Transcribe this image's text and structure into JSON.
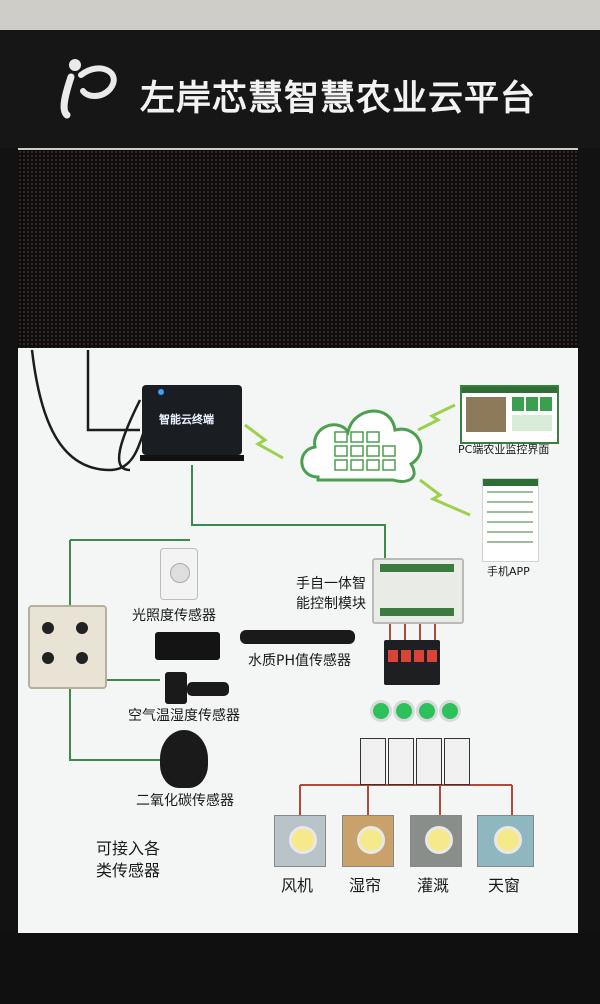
{
  "header": {
    "title": "左岸芯慧智慧农业云平台"
  },
  "terminal": {
    "label": "智能云终端"
  },
  "pc": {
    "label": "PC端农业监控界面"
  },
  "phone": {
    "label": "手机APP"
  },
  "controller": {
    "label_line1": "手自一体智",
    "label_line2": "能控制模块"
  },
  "sensors": {
    "light": "光照度传感器",
    "ph": "水质PH值传感器",
    "air": "空气温湿度传感器",
    "co2": "二氧化碳传感器",
    "note_line1": "可接入各",
    "note_line2": "类传感器"
  },
  "devices": [
    {
      "label": "风机"
    },
    {
      "label": "湿帘"
    },
    {
      "label": "灌溉"
    },
    {
      "label": "天窗"
    }
  ],
  "colors": {
    "wire_green": "#3e8a4c",
    "wire_red": "#b04a3a",
    "cloud_green": "#4aa04e",
    "board": "#f4f6f6"
  }
}
